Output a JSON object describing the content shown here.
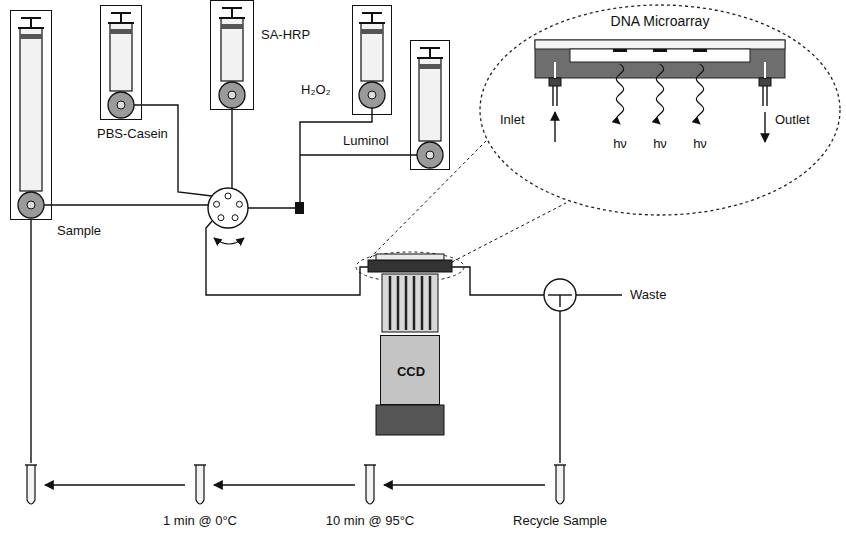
{
  "diagram": {
    "nodes": [
      {
        "text": [
          "Sample"
        ]
      },
      {
        "text": [
          "PBS-Casein"
        ]
      },
      {
        "text": [
          "SA-HRP"
        ]
      },
      {
        "text": [
          "H₂O₂"
        ]
      },
      {
        "text": [
          "Luminol"
        ]
      },
      {
        "text": [
          "DNA Microarray",
          "Inlet",
          "hν",
          "hν",
          "hν",
          "Outlet"
        ]
      },
      {
        "text": [
          "CCD"
        ]
      }
    ],
    "labels": [
      "Waste",
      "1 min @ 0°C",
      "10 min @ 95°C",
      "Recycle Sample"
    ]
  }
}
